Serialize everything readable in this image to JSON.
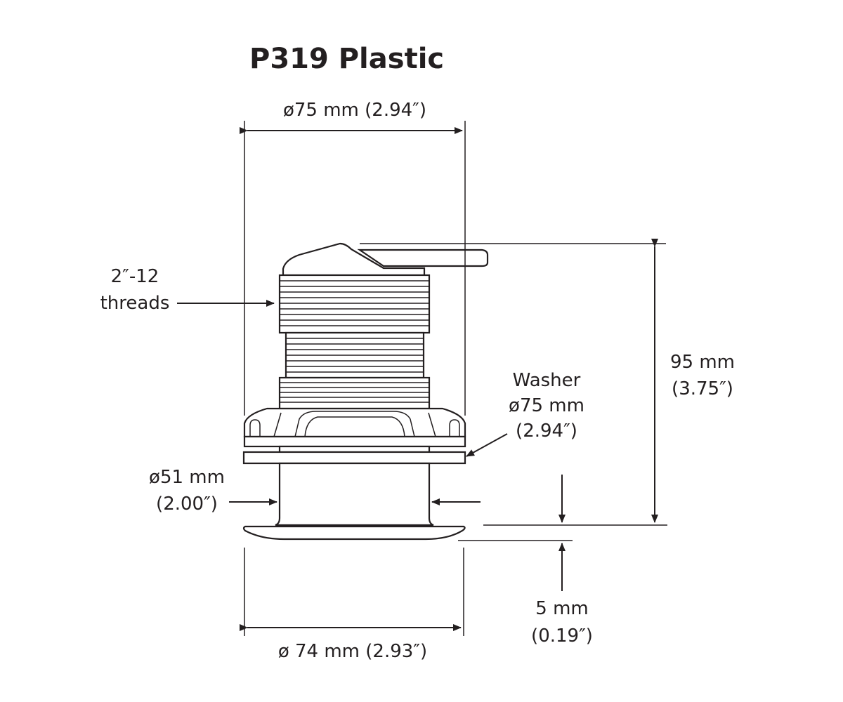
{
  "title": "P319 Plastic",
  "colors": {
    "ink": "#231f20",
    "background": "#ffffff"
  },
  "dimensions": {
    "top_diameter": "ø75 mm (2.94″)",
    "threads_line1": "2″-12",
    "threads_line2": "threads",
    "height_line1": "95 mm",
    "height_line2": "(3.75″)",
    "washer_line1": "Washer",
    "washer_line2": "ø75 mm",
    "washer_line3": "(2.94″)",
    "stem_line1": "ø51 mm",
    "stem_line2": "(2.00″)",
    "flange_line1": "5 mm",
    "flange_line2": "(0.19″)",
    "bottom_diameter": "ø 74 mm (2.93″)"
  }
}
